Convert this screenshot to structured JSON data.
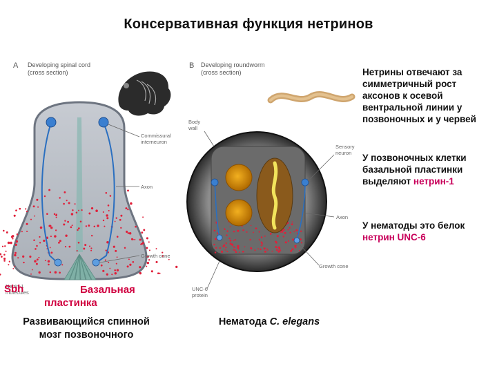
{
  "title": "Консервативная  функция нетринов",
  "panel_a": {
    "letter": "A",
    "caption_line1": "Developing spinal cord",
    "caption_line2": "(cross section)",
    "label_commissural_1": "Commissural",
    "label_commissural_2": "interneuron",
    "label_axon": "Axon",
    "label_growth_cone": "Growth cone",
    "label_netrin_1": "Netrin-1",
    "label_netrin_2": "molecules",
    "overlay_sbh": "Sbh",
    "basal_line1": "Базальная",
    "basal_line2": "пластинка",
    "bottom_caption_line1": "Развивающийся спинной",
    "bottom_caption_line2": "мозг позвоночного"
  },
  "panel_b": {
    "letter": "B",
    "caption_line1": "Developing roundworm",
    "caption_line2": "(cross section)",
    "label_body_wall_1": "Body",
    "label_body_wall_2": "wall",
    "label_sensory_1": "Sensory",
    "label_sensory_2": "neuron",
    "label_axon": "Axon",
    "label_growth_cone": "Growth cone",
    "label_unc6_1": "UNC-6",
    "label_unc6_2": "protein",
    "bottom_caption_prefix": "Нематода ",
    "bottom_caption_species": "C. elegans"
  },
  "side_text": {
    "p1": "Нетрины отвечают за симметричный рост аксонов к осевой вентральной линии у позвоночных и у червей",
    "p2_prefix": "У позвоночных клетки базальной пластинки выделяют ",
    "p2_highlight": "нетрин-1",
    "p3_prefix": "У нематоды это белок ",
    "p3_highlight": "нетрин UNC-6"
  },
  "colors": {
    "netrin_dots": "#e0203a",
    "neuron_blue": "#2a6fc0",
    "highlight_text": "#c8005a"
  }
}
